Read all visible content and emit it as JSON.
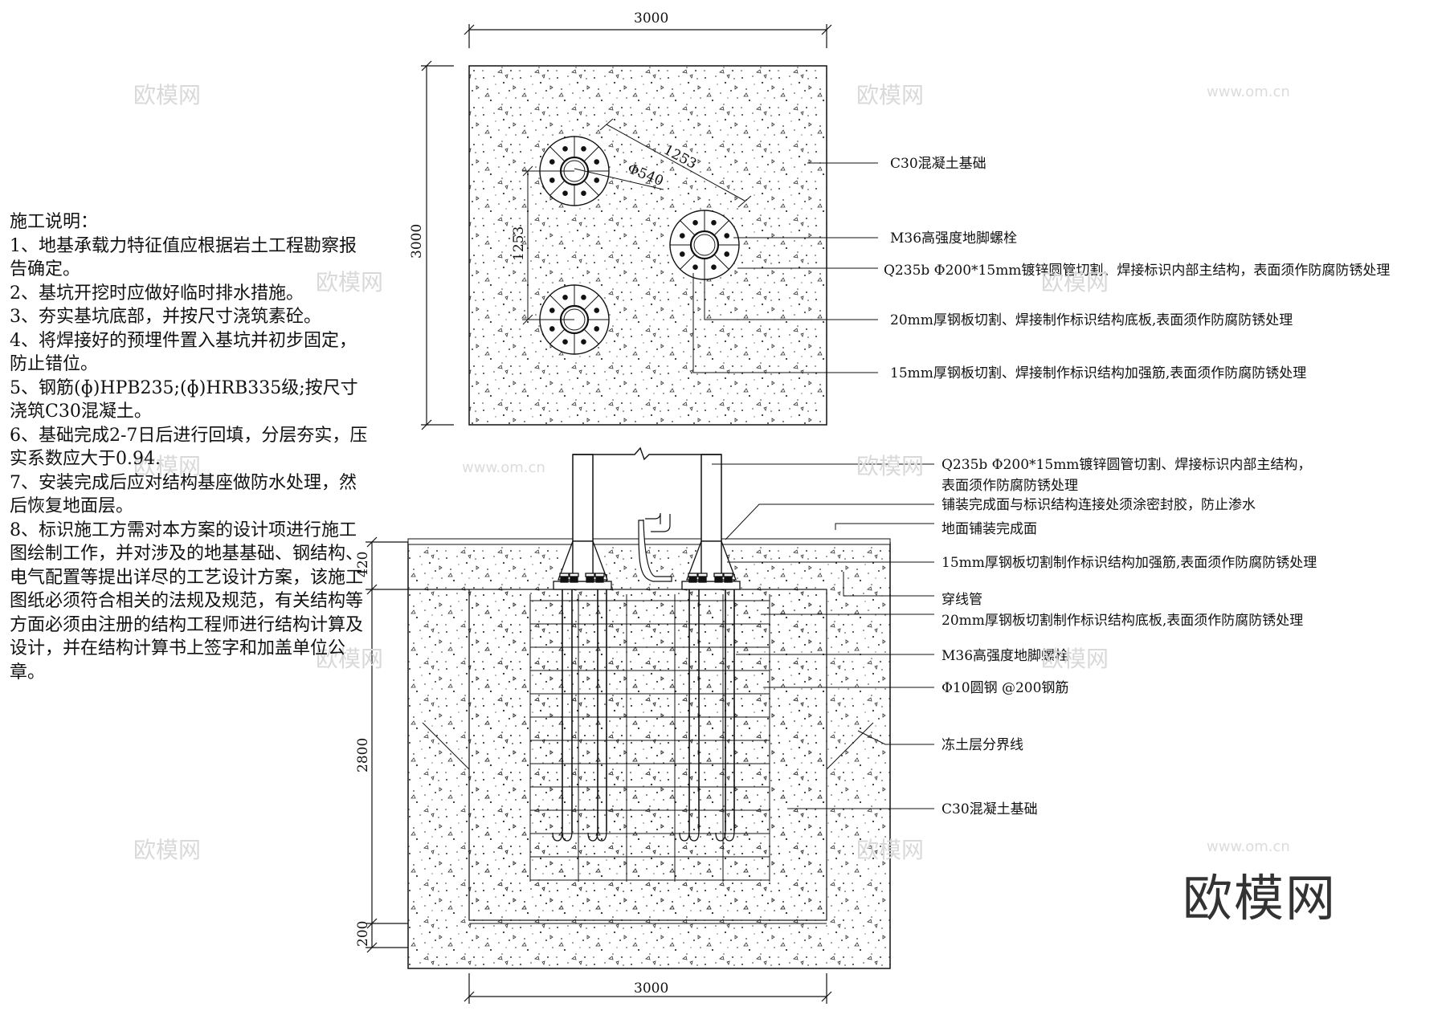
{
  "notes": {
    "title": "施工说明：",
    "items": [
      "1、地基承载力特征值应根据岩土工程勘察报告确定。",
      "2、基坑开挖时应做好临时排水措施。",
      "3、夯实基坑底部，并按尺寸浇筑素砼。",
      "4、将焊接好的预埋件置入基坑并初步固定，防止错位。",
      "5、钢筋(ɸ)HPB235;(ɸ)HRB335级;按尺寸浇筑C30混凝土。",
      "6、基础完成2-7日后进行回填，分层夯实，压实系数应大于0.94.",
      "7、安装完成后应对结构基座做防水处理，然后恢复地面层。",
      "8、标识施工方需对本方案的设计项进行施工图绘制工作，并对涉及的地基基础、钢结构、电气配置等提出详尽的工艺设计方案，该施工图纸必须符合相关的法规及规范，有关结构等方面必须由注册的结构工程师进行结构计算及设计，并在结构计算书上签字和加盖单位公章。"
    ]
  },
  "plan": {
    "dim_top": "3000",
    "dim_left": "3000",
    "dim_diag": "1253",
    "dim_vert": "1253",
    "dim_dia": "Φ540",
    "labels": [
      "C30混凝土基础",
      "M36高强度地脚螺栓",
      "Q235b Φ200*15mm镀锌圆管切割、焊接标识内部主结构，表面须作防腐防锈处理",
      "20mm厚钢板切割、焊接制作标识结构底板,表面须作防腐防锈处理",
      "15mm厚钢板切割、焊接制作标识结构加强筋,表面须作防腐防锈处理"
    ]
  },
  "section": {
    "dim_bottom": "3000",
    "dim_420": "420",
    "dim_2800": "2800",
    "dim_200": "200",
    "labels": [
      "Q235b Φ200*15mm镀锌圆管切割、焊接标识内部主结构，",
      "表面须作防腐防锈处理",
      "铺装完成面与标识结构连接处须涂密封胶，防止渗水",
      "地面铺装完成面",
      "15mm厚钢板切割制作标识结构加强筋,表面须作防腐防锈处理",
      "穿线管",
      "20mm厚钢板切割制作标识结构底板,表面须作防腐防锈处理",
      "M36高强度地脚螺栓",
      "Φ10圆钢   @200钢筋",
      "冻土层分界线",
      "C30混凝土基础"
    ]
  },
  "brand": "欧模网",
  "watermark": {
    "text": "欧模网",
    "url": "www.om.cn"
  }
}
